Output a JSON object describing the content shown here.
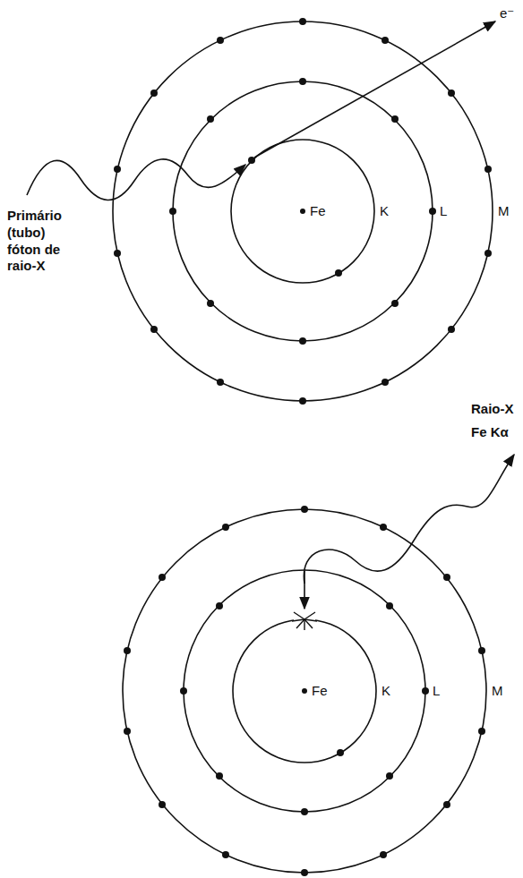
{
  "diagram": {
    "labels": [
      "e⁻",
      "Primário (tubo) fóton de raio-X",
      "Fe",
      "K",
      "L",
      "M",
      "Raio-X",
      "Fe Kα",
      "Fe",
      "K",
      "L",
      "M"
    ]
  }
}
